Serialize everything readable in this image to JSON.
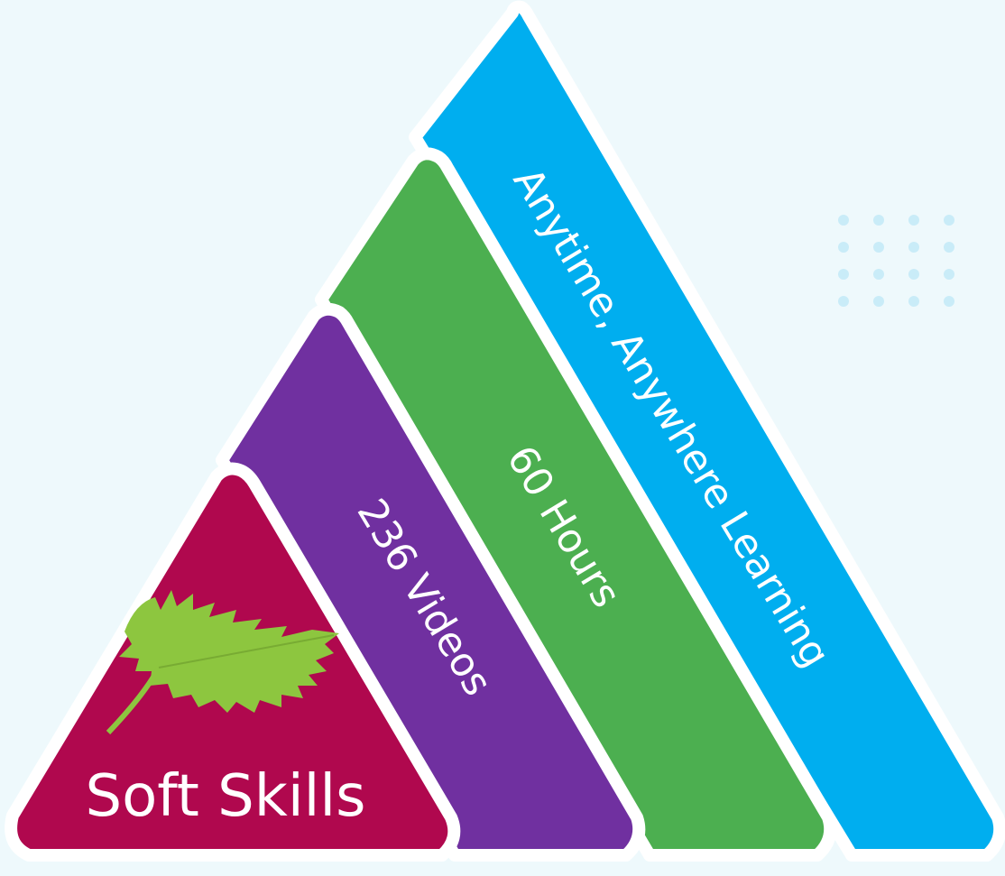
{
  "diagram": {
    "layers": [
      {
        "label": "Anytime, Anywhere Learning",
        "color": "#00aeef"
      },
      {
        "label": "60 Hours",
        "color": "#4caf50"
      },
      {
        "label": "236 Videos",
        "color": "#7030a0"
      },
      {
        "label": "Soft Skills",
        "color": "#b0084e"
      }
    ],
    "leaf_color": "#8dc63f",
    "dot_color": "#c9ecf8",
    "background": "#eef9fc"
  }
}
